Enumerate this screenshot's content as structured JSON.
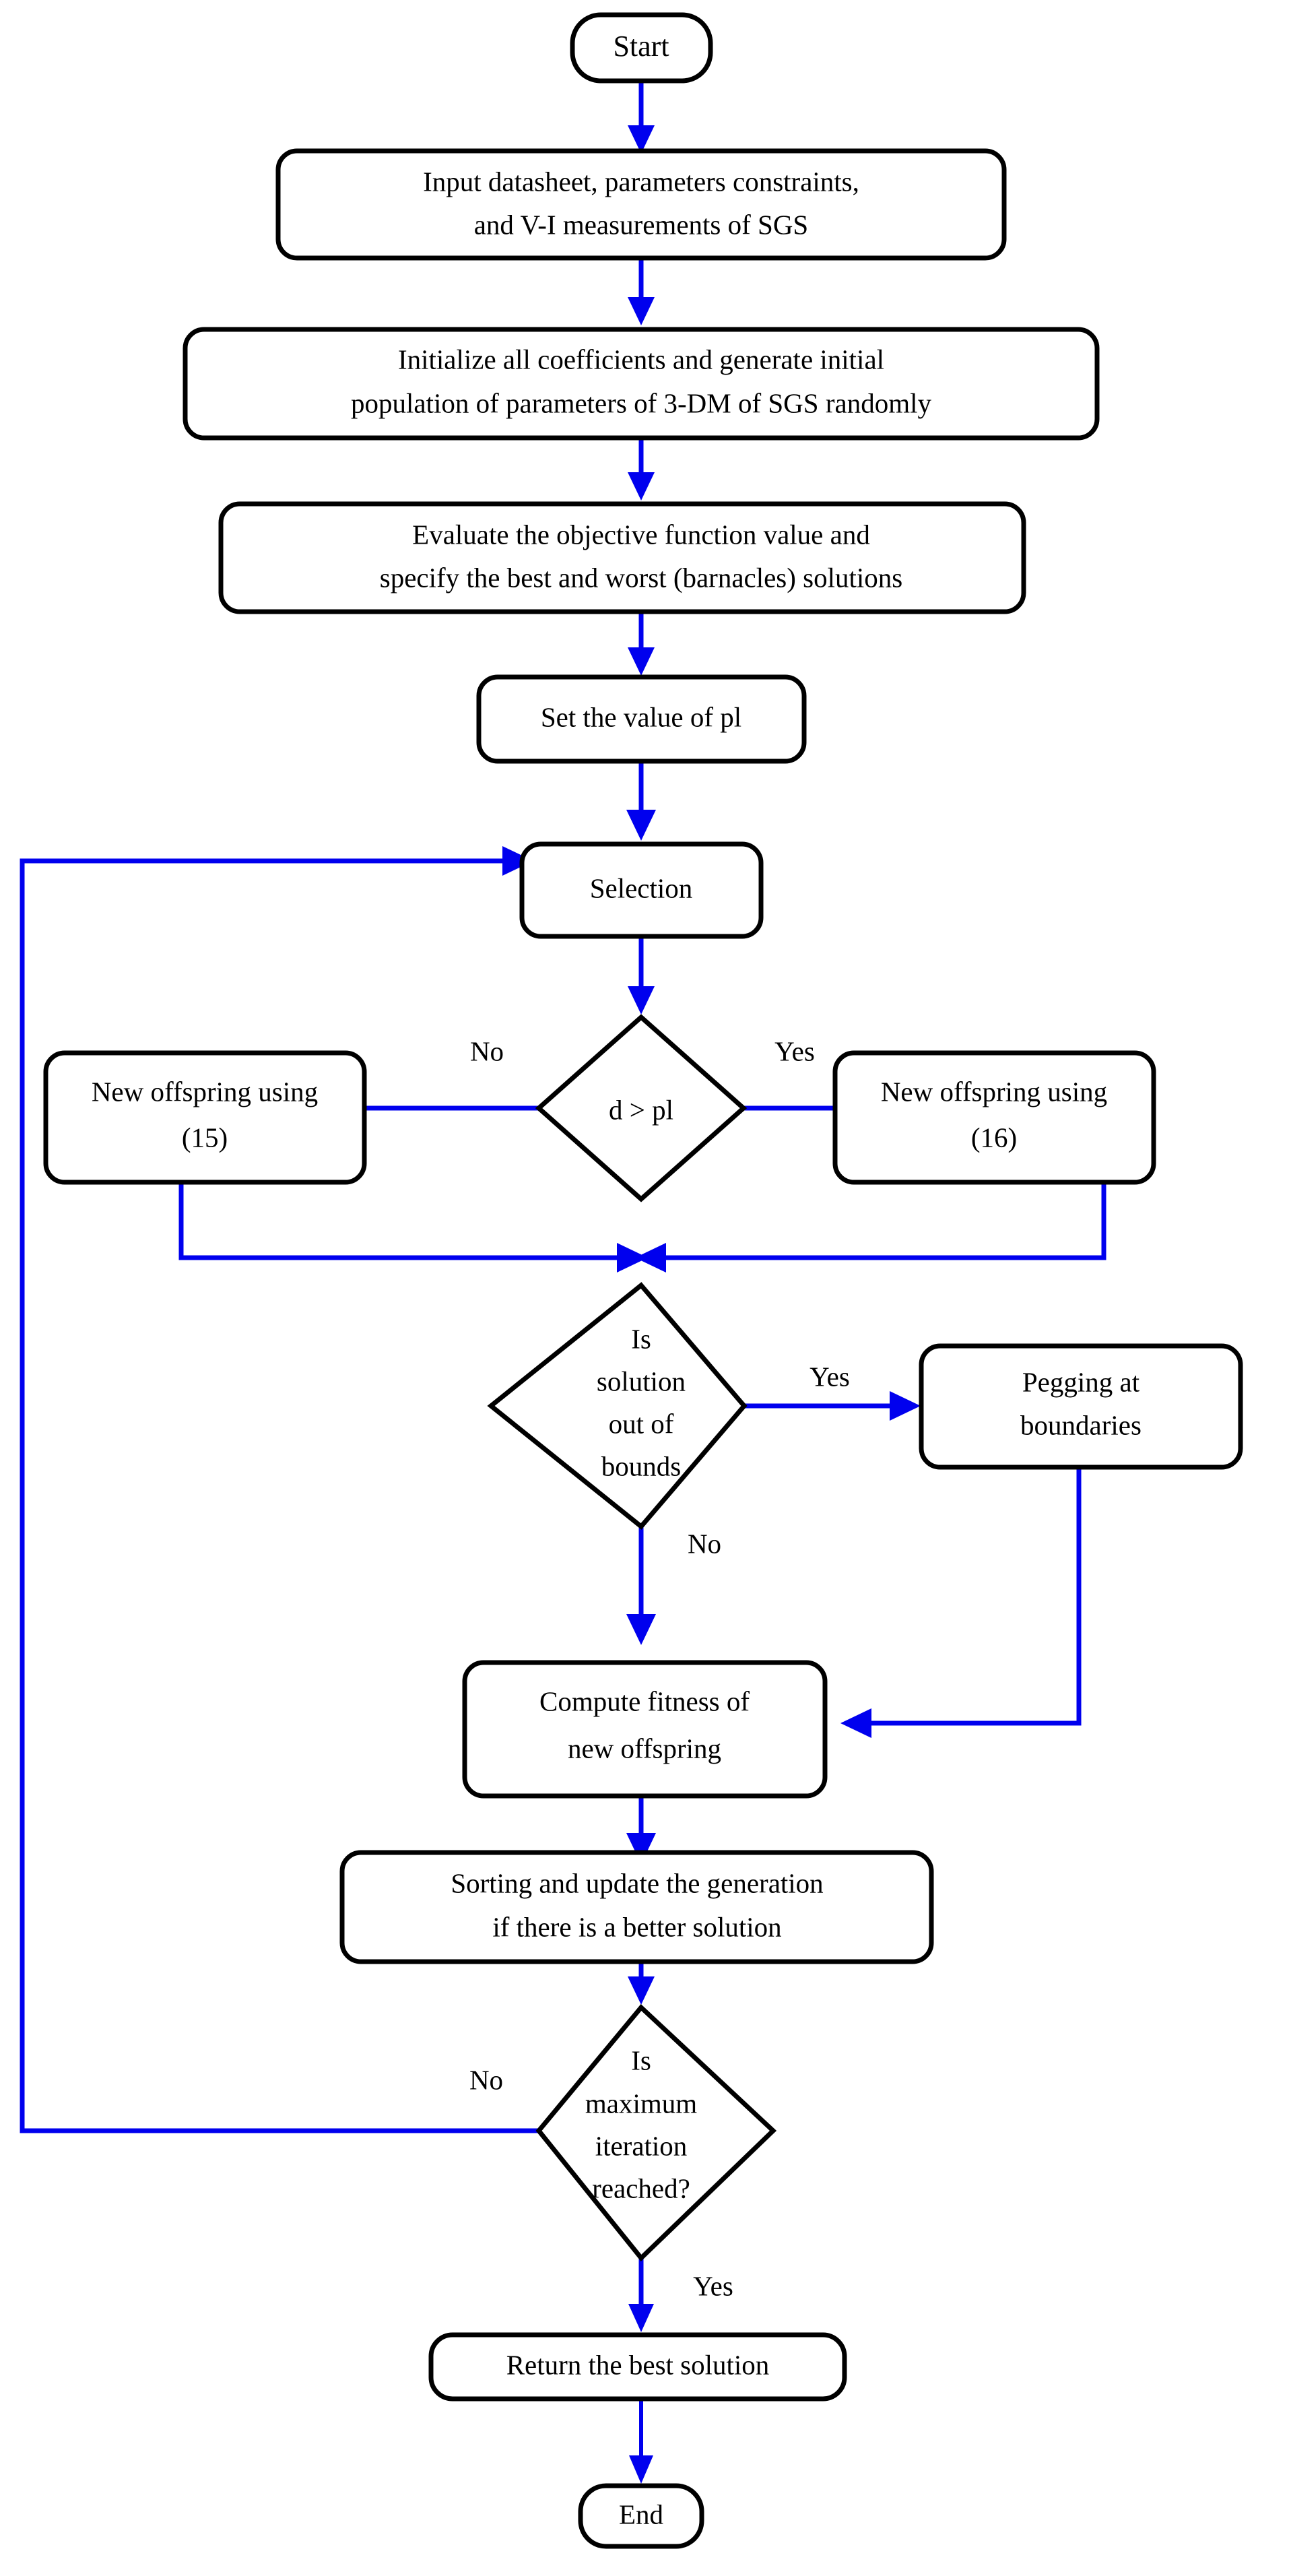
{
  "diagram": {
    "title": "Flowchart of barnacles mating optimizer for 3-DM parameter extraction of SGS",
    "colors": {
      "node_border": "#000000",
      "node_fill": "#ffffff",
      "connector": "#0000ee",
      "text": "#000000",
      "background": "#ffffff"
    },
    "nodes": [
      {
        "id": "start",
        "shape": "terminator",
        "lines": [
          "Start"
        ]
      },
      {
        "id": "input",
        "shape": "process",
        "lines": [
          "Input datasheet, parameters constraints,",
          "and V-I measurements of SGS"
        ]
      },
      {
        "id": "initialize",
        "shape": "process",
        "lines": [
          "Initialize all coefficients and generate initial",
          "population of parameters of 3-DM of SGS randomly"
        ]
      },
      {
        "id": "evaluate",
        "shape": "process",
        "lines": [
          "Evaluate the objective function value and",
          "specify the best and worst (barnacles) solutions"
        ]
      },
      {
        "id": "set-pl",
        "shape": "process",
        "lines": [
          "Set the value of pl"
        ]
      },
      {
        "id": "selection",
        "shape": "process",
        "lines": [
          "Selection"
        ]
      },
      {
        "id": "d-gt-pl",
        "shape": "decision",
        "lines": [
          "d > pl"
        ]
      },
      {
        "id": "offspring-15",
        "shape": "process",
        "lines": [
          "New offspring using",
          "(15)"
        ]
      },
      {
        "id": "offspring-16",
        "shape": "process",
        "lines": [
          "New offspring using",
          "(16)"
        ]
      },
      {
        "id": "out-of-bounds",
        "shape": "decision",
        "lines": [
          "Is",
          "solution",
          "out of",
          "bounds"
        ]
      },
      {
        "id": "pegging",
        "shape": "process",
        "lines": [
          "Pegging at",
          "boundaries"
        ]
      },
      {
        "id": "compute",
        "shape": "process",
        "lines": [
          "Compute fitness of",
          "new offspring"
        ]
      },
      {
        "id": "sorting",
        "shape": "process",
        "lines": [
          "Sorting and update the generation",
          "if there is a better solution"
        ]
      },
      {
        "id": "max-iter",
        "shape": "decision",
        "lines": [
          "Is",
          "maximum",
          "iteration",
          "reached?"
        ]
      },
      {
        "id": "return",
        "shape": "process",
        "lines": [
          "Return the best solution"
        ]
      },
      {
        "id": "end",
        "shape": "terminator",
        "lines": [
          "End"
        ]
      }
    ],
    "edge_labels": {
      "d_gt_pl_no": "No",
      "d_gt_pl_yes": "Yes",
      "bounds_yes": "Yes",
      "bounds_no": "No",
      "max_iter_no": "No",
      "max_iter_yes": "Yes"
    },
    "node_text": {
      "start": "Start",
      "input_l1": "Input datasheet, parameters constraints,",
      "input_l2": "and V-I measurements of SGS",
      "initialize_l1": "Initialize all coefficients and generate initial",
      "initialize_l2": "population of parameters of 3-DM of SGS randomly",
      "evaluate_l1": "Evaluate the objective function value and",
      "evaluate_l2": "specify the best and worst (barnacles) solutions",
      "set_pl": "Set the value of pl",
      "selection": "Selection",
      "d_gt_pl": "d > pl",
      "offspring15_l1": "New offspring using",
      "offspring15_l2": "(15)",
      "offspring16_l1": "New offspring using",
      "offspring16_l2": "(16)",
      "bounds_l1": "Is",
      "bounds_l2": "solution",
      "bounds_l3": "out of",
      "bounds_l4": "bounds",
      "pegging_l1": "Pegging at",
      "pegging_l2": "boundaries",
      "compute_l1": "Compute fitness of",
      "compute_l2": "new offspring",
      "sorting_l1": "Sorting and update the generation",
      "sorting_l2": "if there is a better solution",
      "maxiter_l1": "Is",
      "maxiter_l2": "maximum",
      "maxiter_l3": "iteration",
      "maxiter_l4": "reached?",
      "return": "Return the best solution",
      "end": "End"
    }
  }
}
